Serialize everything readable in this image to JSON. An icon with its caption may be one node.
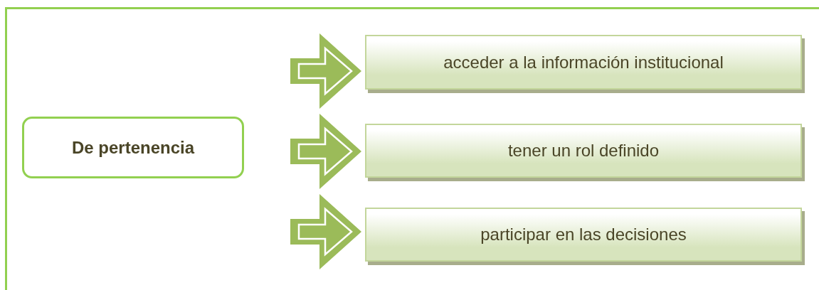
{
  "diagram": {
    "nodes": [
      {
        "text": [
          "De pertenencia"
        ]
      },
      {
        "text": [
          "acceder a la información institucional"
        ]
      },
      {
        "text": [
          "tener un rol definido"
        ]
      },
      {
        "text": [
          "participar en las decisiones"
        ]
      }
    ],
    "edges": [
      {
        "from": null,
        "to": 1,
        "arrow": "to"
      },
      {
        "from": null,
        "to": 2,
        "arrow": "to"
      },
      {
        "from": null,
        "to": 3,
        "arrow": "to"
      }
    ]
  }
}
